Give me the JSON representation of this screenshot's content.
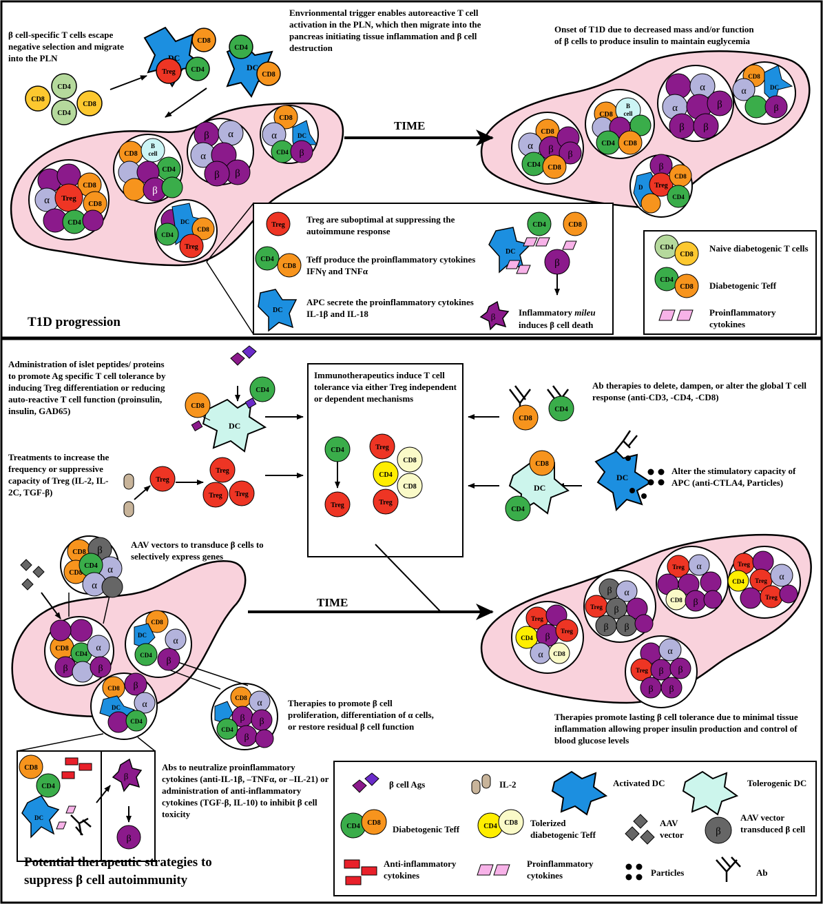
{
  "top_panel": {
    "title": "T1D progression",
    "time_label": "TIME",
    "texts": {
      "escape": "β cell-specific T cells escape negative selection and migrate into the PLN",
      "trigger": "Envrionmental trigger enables autoreactive T cell activation in the PLN, which then migrate into the pancreas initiating tissue inflammation and β cell destruction",
      "onset": "Onset of T1D due to decreased mass and/or function of β cells to produce insulin to maintain euglycemia"
    },
    "mechanism_box": {
      "treg": "Treg are suboptimal at suppressing the autoimmune response",
      "teff": "Teff produce the proinflammatory cytokines IFNγ and TNFα",
      "apc": "APC secrete the proinflammatory cytokines IL-1β and IL-18",
      "death_prefix": "Inflammatory",
      "death_italic": "mileu",
      "death_suffix": "induces β cell death"
    },
    "legend": {
      "naive": "Naive diabetogenic T cells",
      "teff": "Diabetogenic Teff",
      "cytokines": "Proinflammatory cytokines"
    }
  },
  "bottom_panel": {
    "title_line1": "Potential therapeutic strategies to",
    "title_line2": "suppress β cell autoimmunity",
    "time_label": "TIME",
    "texts": {
      "peptides": "Administration of islet peptides/ proteins to promote Ag specific T cell tolerance by inducing Treg differentiation or reducing auto-reactive T cell function (proinsulin, insulin, GAD65)",
      "treg_treat": "Treatments to increase the frequency or suppressive capacity of Treg (IL-2, IL-2C, TGF-β)",
      "immuno": "Immunotherapeutics induce T cell tolerance via either Treg independent or dependent mechanisms",
      "ab_therapy": "Ab therapies to delete, dampen, or alter the global T cell  response (anti-CD3, -CD4, -CD8)",
      "apc_alter": "Alter the stimulatory capacity of APC (anti-CTLA4, Particles)",
      "aav": "AAV vectors to transduce β cells to selectively express genes",
      "prolif": "Therapies to promote β cell proliferation, differentiation of α cells, or restore residual β cell function",
      "neutralize": "Abs to neutralize proinflammatory cytokines (anti-IL-1β, –TNFα, or –IL-21) or administration of anti-inflammatory cytokines (TGF-β, IL-10) to inhibit β cell toxicity",
      "lasting": "Therapies promote lasting β cell tolerance due to minimal tissue inflammation allowing proper insulin production and control of blood glucose levels"
    },
    "legend": {
      "ags": "β cell Ags",
      "il2": "IL-2",
      "activated_dc": "Activated DC",
      "tolerogenic_dc": "Tolerogenic DC",
      "teff": "Diabetogenic Teff",
      "tolerized": "Tolerized diabetogenic Teff",
      "aav": "AAV vector",
      "aav_cell": "AAV vector transduced β cell",
      "anti_inflam": "Anti-inflammatory cytokines",
      "pro_inflam": "Proinflammatory cytokines",
      "particles": "Particles",
      "ab": "Ab"
    }
  },
  "cell_labels": {
    "cd4": "CD4",
    "cd8": "CD8",
    "treg": "Treg",
    "dc": "DC",
    "b_cell": "B cell",
    "alpha": "α",
    "beta": "β"
  },
  "colors": {
    "cd4": "#3aad4a",
    "cd8": "#f7941d",
    "naive_cd4": "#b5d99c",
    "naive_cd8": "#fdc82f",
    "treg": "#ee3524",
    "dc_activated": "#1c8fe0",
    "dc_tolerogenic": "#ccf5ec",
    "beta": "#8b1a8b",
    "alpha": "#b3b3dc",
    "b_cell": "#ccf5f5",
    "tol_cd4": "#ffee00",
    "tol_cd8": "#fafac8",
    "tissue": "#f9d2dc",
    "cytokine": "#f7b2e8",
    "anti_cytokine": "#e8202a",
    "aav": "#666666",
    "il2": "#c8b49a"
  }
}
